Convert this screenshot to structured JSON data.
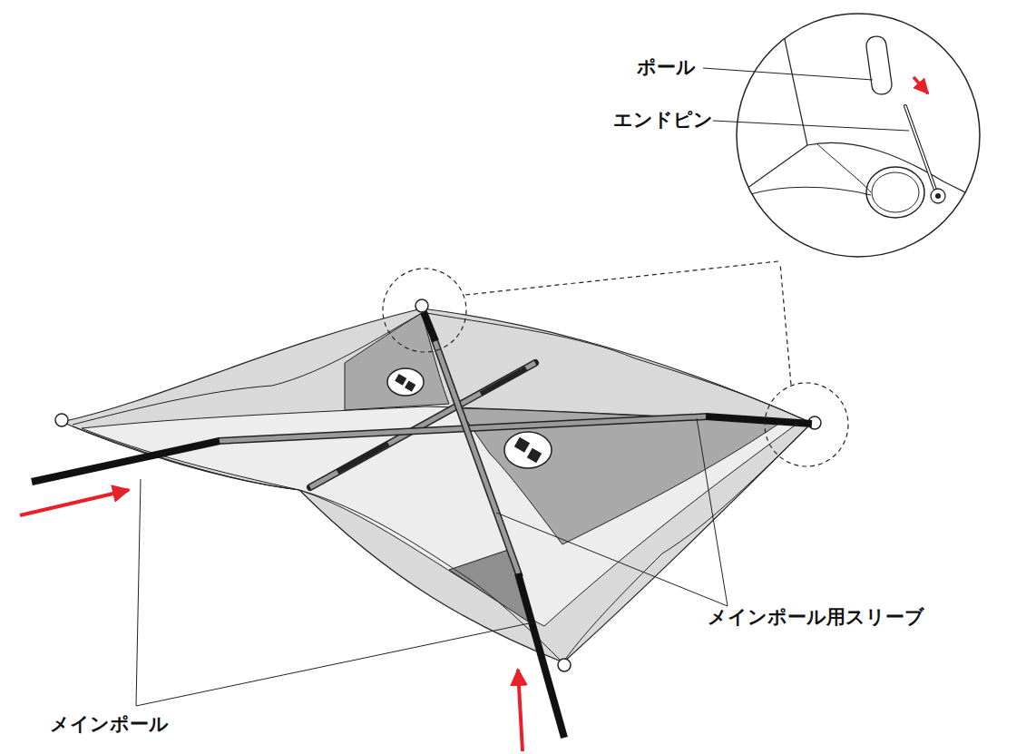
{
  "diagram": {
    "labels": [
      "ポール",
      "エンドピン",
      "メインポール用スリーブ",
      "メインポール"
    ]
  }
}
